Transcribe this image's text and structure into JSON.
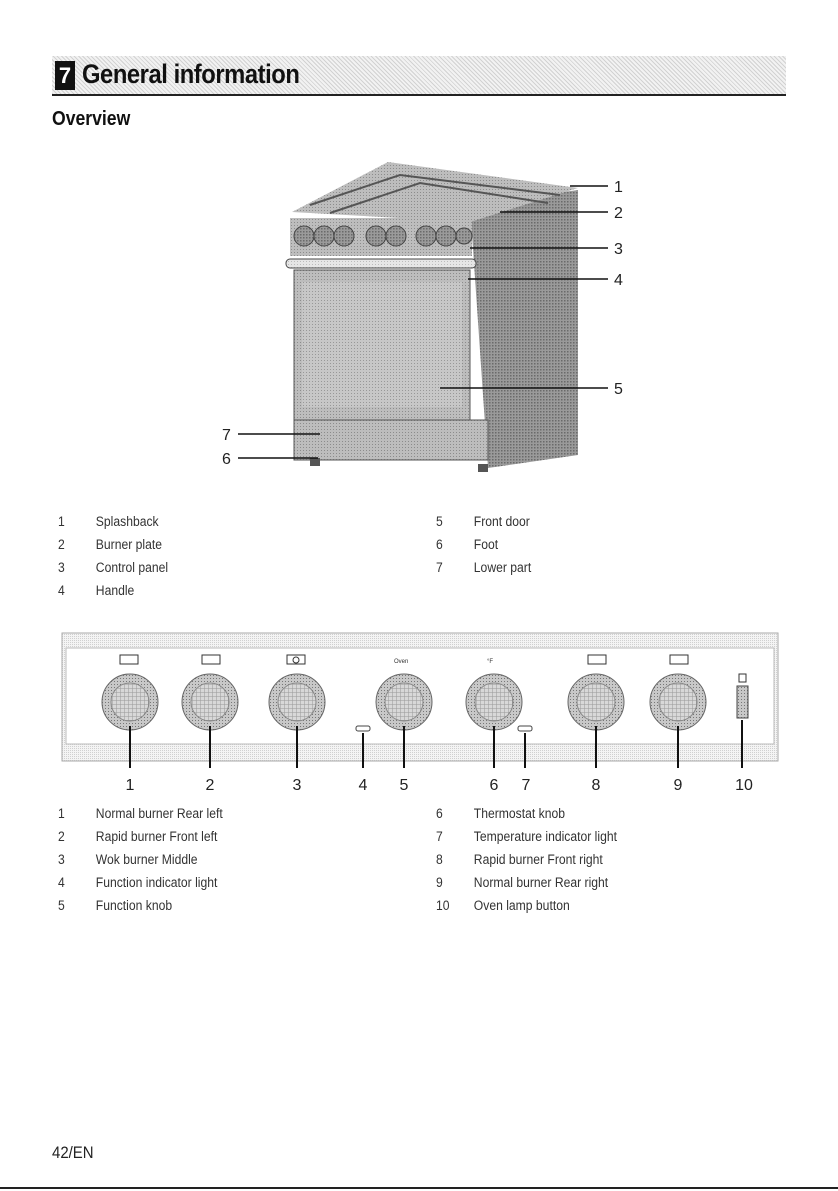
{
  "header": {
    "chapter_number": "7",
    "title": "General information"
  },
  "section": {
    "title": "Overview"
  },
  "appliance_diagram": {
    "callouts": [
      "1",
      "2",
      "3",
      "4",
      "5",
      "7",
      "6"
    ],
    "legend_left": [
      {
        "num": "1",
        "label": "Splashback"
      },
      {
        "num": "2",
        "label": "Burner plate"
      },
      {
        "num": "3",
        "label": "Control panel"
      },
      {
        "num": "4",
        "label": "Handle"
      }
    ],
    "legend_right": [
      {
        "num": "5",
        "label": "Front door"
      },
      {
        "num": "6",
        "label": "Foot"
      },
      {
        "num": "7",
        "label": "Lower part"
      }
    ]
  },
  "control_panel_diagram": {
    "panel_labels": {
      "oven": "Oven",
      "fahrenheit": "°F"
    },
    "callouts": [
      "1",
      "2",
      "3",
      "4",
      "5",
      "6",
      "7",
      "8",
      "9",
      "10"
    ],
    "legend_left": [
      {
        "num": "1",
        "label": "Normal burner Rear left"
      },
      {
        "num": "2",
        "label": "Rapid burner Front left"
      },
      {
        "num": "3",
        "label": "Wok burner Middle"
      },
      {
        "num": "4",
        "label": "Function indicator light"
      },
      {
        "num": "5",
        "label": "Function knob"
      }
    ],
    "legend_right": [
      {
        "num": "6",
        "label": "Thermostat knob"
      },
      {
        "num": "7",
        "label": "Temperature indicator light"
      },
      {
        "num": "8",
        "label": "Rapid burner Front right"
      },
      {
        "num": "9",
        "label": "Normal burner Rear right"
      },
      {
        "num": "10",
        "label": "Oven lamp button"
      }
    ]
  },
  "footer": {
    "page": "42/EN"
  }
}
